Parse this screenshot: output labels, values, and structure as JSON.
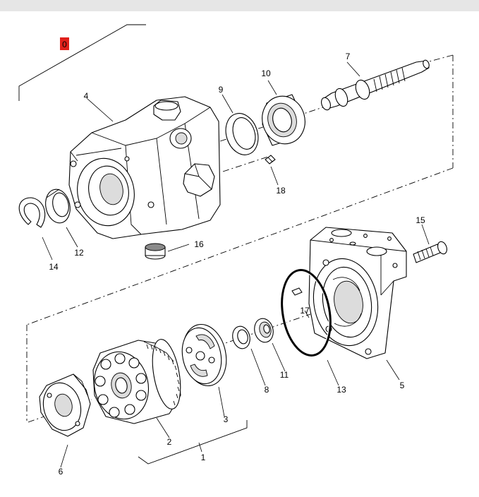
{
  "diagram": {
    "badge": {
      "label": "0",
      "color": "#e0201b"
    },
    "callouts": [
      {
        "id": "c1",
        "label": "1"
      },
      {
        "id": "c2",
        "label": "2"
      },
      {
        "id": "c3",
        "label": "3"
      },
      {
        "id": "c4",
        "label": "4"
      },
      {
        "id": "c5",
        "label": "5"
      },
      {
        "id": "c6",
        "label": "6"
      },
      {
        "id": "c7",
        "label": "7"
      },
      {
        "id": "c8",
        "label": "8"
      },
      {
        "id": "c9",
        "label": "9"
      },
      {
        "id": "c10",
        "label": "10"
      },
      {
        "id": "c11",
        "label": "11"
      },
      {
        "id": "c12",
        "label": "12"
      },
      {
        "id": "c13",
        "label": "13"
      },
      {
        "id": "c14",
        "label": "14"
      },
      {
        "id": "c15",
        "label": "15"
      },
      {
        "id": "c16",
        "label": "16"
      },
      {
        "id": "c17",
        "label": "17"
      },
      {
        "id": "c18",
        "label": "18"
      }
    ]
  }
}
